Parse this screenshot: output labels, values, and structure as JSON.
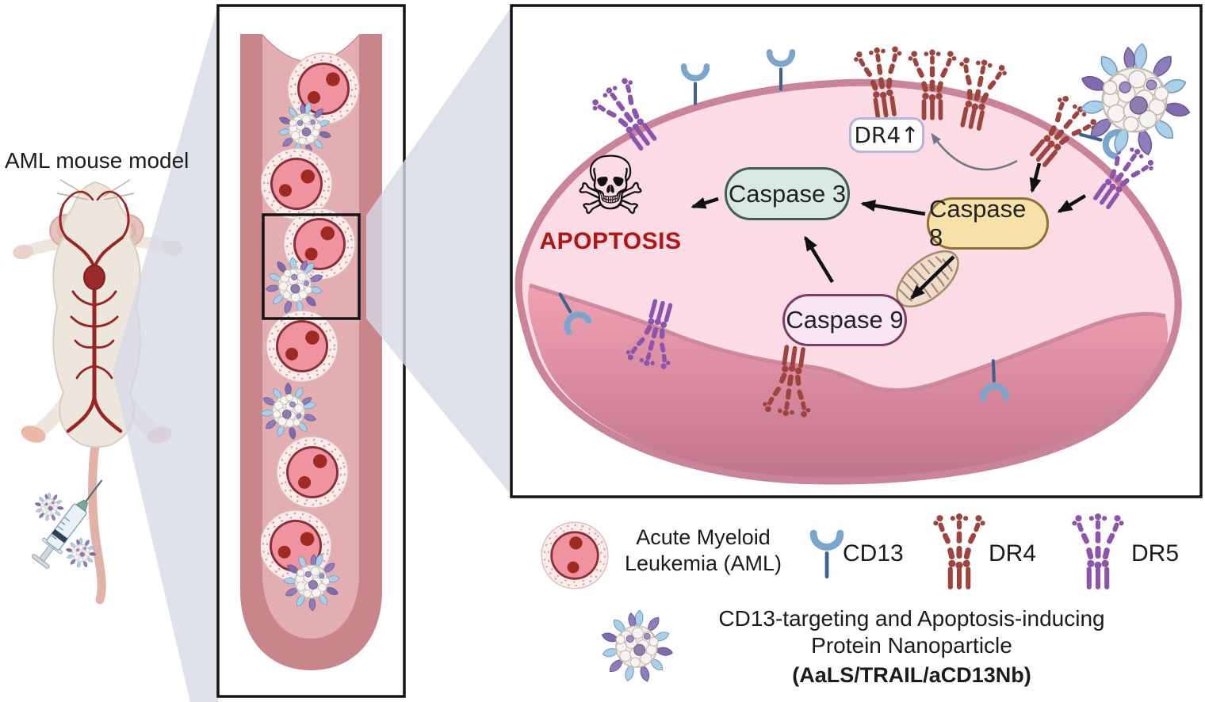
{
  "left_panel": {
    "title": "AML mouse model"
  },
  "pathway": {
    "dr4_up_label": "DR4↑",
    "caspase3": "Caspase 3",
    "caspase8": "Caspase 8",
    "caspase9": "Caspase 9",
    "apoptosis": "APOPTOSIS",
    "skull_glyph": "☠"
  },
  "legend": {
    "aml_cell": "Acute Myeloid\nLeukemia (AML)",
    "cd13": "CD13",
    "dr4": "DR4",
    "dr5": "DR5",
    "nanoparticle_caption_lines": "CD13-targeting and Apoptosis-inducing\nProtein Nanoparticle",
    "nanoparticle_caption_bold": "(AaLS/TRAIL/aCD13Nb)"
  },
  "icons": {
    "aml_cell_icon": "pink cell with two dark red nuclei and dotted rim",
    "cd13_icon": "blue Y-shaped receptor",
    "dr4_icon": "dark red trimeric death receptor 4",
    "dr5_icon": "purple trimeric death receptor 5",
    "nanoparticle_icon": "white protein cage with blue and purple ligands",
    "skull_icon": "skull and crossbones",
    "mitochondria_icon": "beige mitochondrion",
    "syringe_icon": "syringe injecting tail vein"
  },
  "colors": {
    "apoptosis_red": "#b11414",
    "caspase3_fill": "#d9e9e2",
    "caspase3_border": "#3f5e52",
    "caspase8_fill": "#f6e2a9",
    "caspase8_border": "#8f7030",
    "caspase9_fill": "#f9e7f3",
    "caspase9_border": "#7d3b62",
    "dr4_label_border": "#b6b4da",
    "dr4_receptor": "#9d443e",
    "dr5_receptor": "#8a55ab",
    "cd13_receptor": "#7aa6cd",
    "vessel_wall": "#c8868b",
    "vessel_lumen": "#e2aeb1",
    "cell_fill": "#fbdce4",
    "cell_membrane": "#c9849a",
    "cell_bottom_dark": "#c4798f",
    "projection_wedge": "#d6d8e5"
  }
}
